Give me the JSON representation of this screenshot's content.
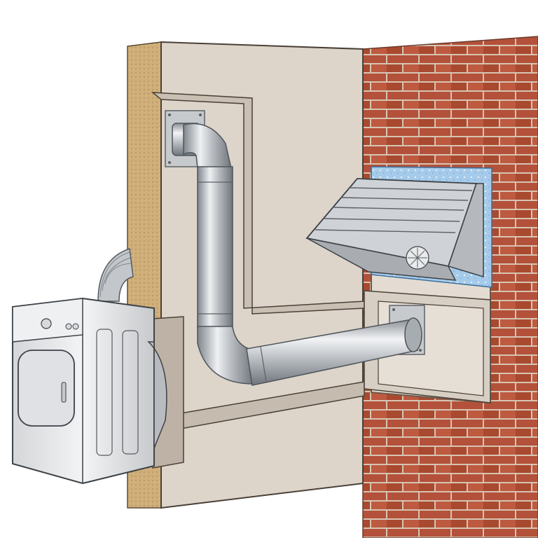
{
  "scene": {
    "subject": "dryer-vent-installation",
    "colors": {
      "background": "#ffffff",
      "drywall": "#ddd5ca",
      "drywall_shadow": "#c8bfb3",
      "insulation": "#c9a874",
      "brick": "#b6543b",
      "mortar": "#d9c9b8",
      "duct_metal": "#b9bdc2",
      "duct_highlight": "#eef0f2",
      "duct_shadow": "#7f858c",
      "dryer_body": "#e9eaec",
      "flashing_foam": "#9ec4e6",
      "vent_hood": "#c9ccd0"
    },
    "components": [
      {
        "name": "clothes-dryer"
      },
      {
        "name": "flexible-transition-duct"
      },
      {
        "name": "interior-wall-section"
      },
      {
        "name": "rigid-metal-vent-duct"
      },
      {
        "name": "wall-flange-upper"
      },
      {
        "name": "wall-flange-lower"
      },
      {
        "name": "exterior-brick-wall"
      },
      {
        "name": "exterior-vent-hood"
      },
      {
        "name": "foam-flashing-seal"
      }
    ]
  }
}
